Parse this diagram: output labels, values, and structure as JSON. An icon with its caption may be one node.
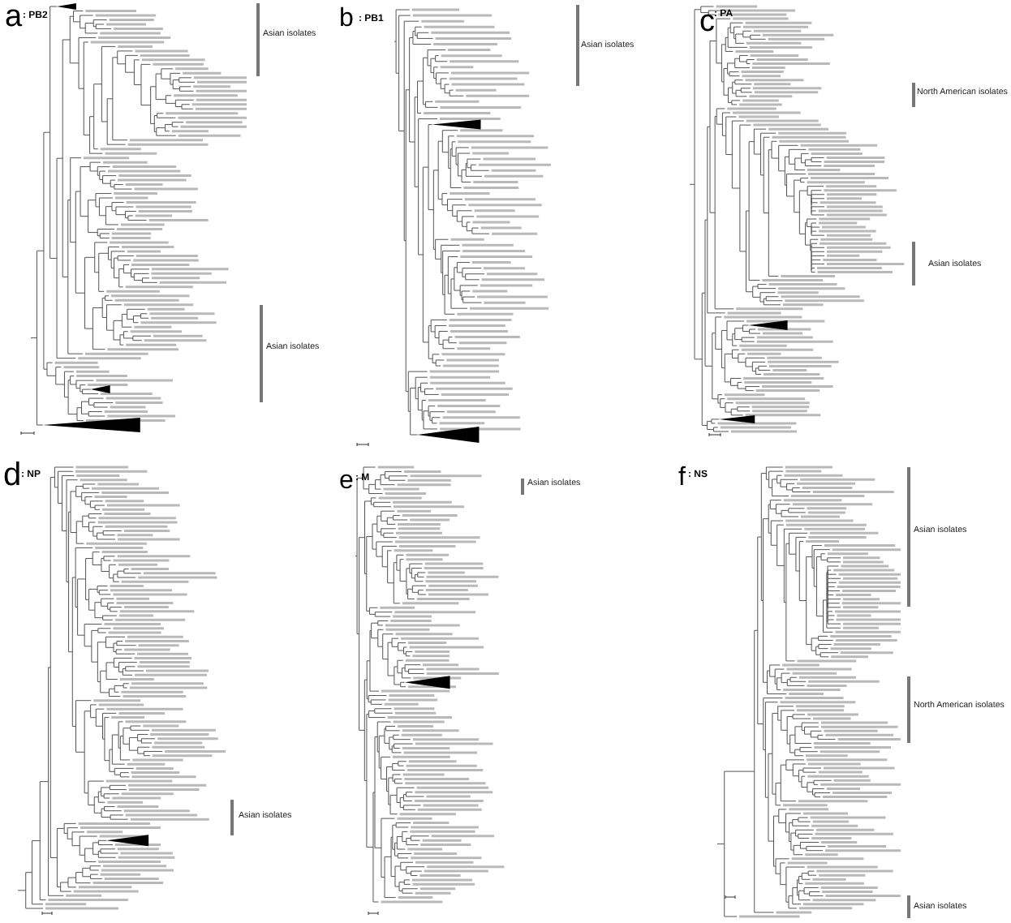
{
  "diagram": {
    "labels": [
      "a",
      ": PB2",
      "Asian isolates",
      "Asian isolates",
      "b",
      ": PB1",
      "Asian isolates",
      "c",
      ": PA",
      "North American isolates",
      "Asian isolates",
      "d",
      ": NP",
      "Asian isolates",
      "e",
      ": M",
      "Asian isolates",
      "f",
      ": NS",
      "Asian isolates",
      "North American isolates",
      "Asian isolates"
    ]
  }
}
